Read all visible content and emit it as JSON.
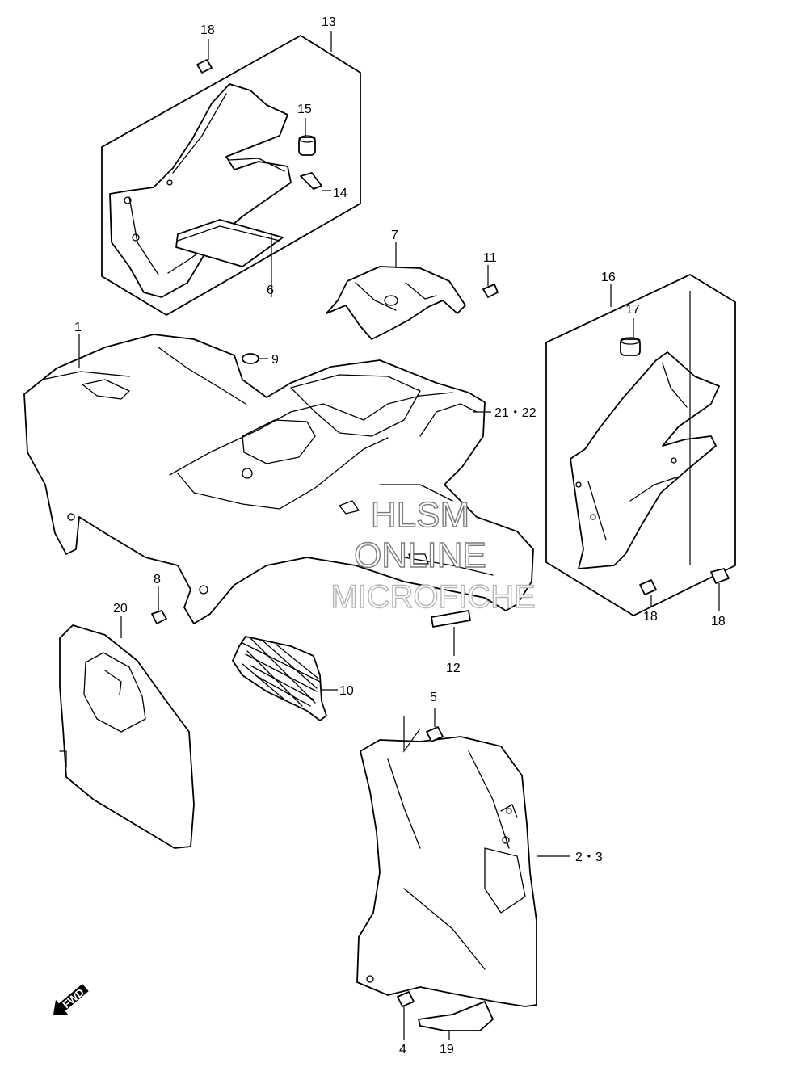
{
  "callouts": {
    "c1": "1",
    "c2_3": "2・3",
    "c4": "4",
    "c5": "5",
    "c6": "6",
    "c7": "7",
    "c8": "8",
    "c9": "9",
    "c10": "10",
    "c11": "11",
    "c12": "12",
    "c13": "13",
    "c14": "14",
    "c15": "15",
    "c16": "16",
    "c17": "17",
    "c18a": "18",
    "c18b": "18",
    "c18c": "18",
    "c19": "19",
    "c20": "20",
    "c21_22": "21・22"
  },
  "watermark": {
    "line1": "HLSM",
    "line2": "ONLINE",
    "line3": "MICROFICHE"
  },
  "fwd_label": "FWD",
  "icons": {
    "fwd": "forward-arrow-icon",
    "fastener": "clip-fastener-icon"
  }
}
